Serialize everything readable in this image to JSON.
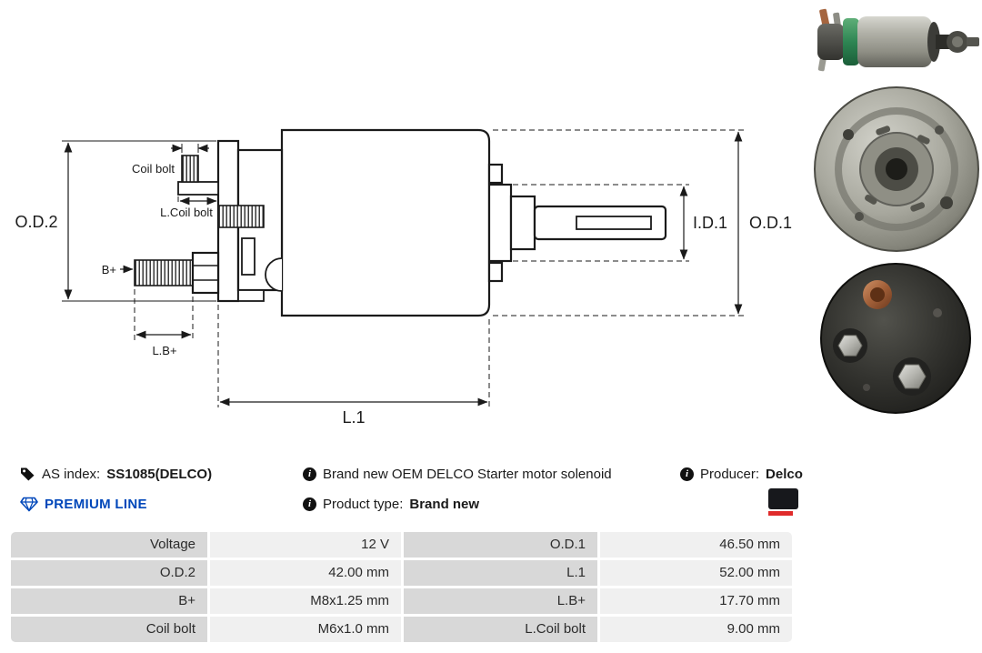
{
  "diagram": {
    "od2": "O.D.2",
    "coil_bolt": "Coil bolt",
    "l_coil_bolt": "L.Coil bolt",
    "b_plus": "B+",
    "l_b_plus": "L.B+",
    "l1": "L.1",
    "id1": "I.D.1",
    "od1": "O.D.1"
  },
  "info": {
    "as_index_label": "AS index:",
    "as_index_value": "SS1085(DELCO)",
    "description": "Brand new OEM DELCO Starter motor solenoid",
    "producer_label": "Producer:",
    "producer_value": "Delco",
    "premium_line_label": "PREMIUM LINE",
    "product_type_label": "Product type:",
    "product_type_value": "Brand new"
  },
  "icons": {
    "info_glyph": "i"
  },
  "specs": {
    "rows": [
      [
        "Voltage",
        "12 V",
        "O.D.1",
        "46.50 mm"
      ],
      [
        "O.D.2",
        "42.00 mm",
        "L.1",
        "52.00 mm"
      ],
      [
        "B+",
        "M8x1.25 mm",
        "L.B+",
        "17.70 mm"
      ],
      [
        "Coil bolt",
        "M6x1.0 mm",
        "L.Coil bolt",
        "9.00 mm"
      ]
    ]
  },
  "colors": {
    "premium_blue": "#0047ba",
    "logo_black": "#17181c",
    "logo_red": "#e02b2b",
    "table_label_bg": "#d8d8d8",
    "table_value_bg": "#f0f0f0"
  }
}
